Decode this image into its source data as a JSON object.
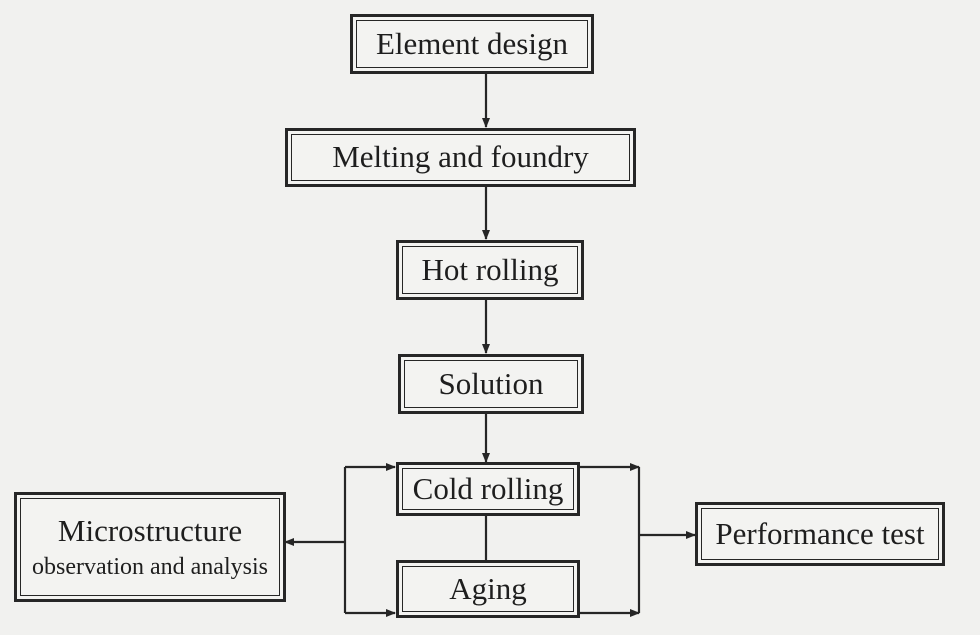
{
  "diagram": {
    "nodes": {
      "element_design": "Element design",
      "melting_foundry": "Melting and foundry",
      "hot_rolling": "Hot rolling",
      "solution": "Solution",
      "cold_rolling": "Cold rolling",
      "aging": "Aging",
      "microstructure_line1": "Microstructure",
      "microstructure_line2": "observation and analysis",
      "performance_test": "Performance test"
    },
    "edges": [
      [
        "Element design",
        "Melting and foundry"
      ],
      [
        "Melting and foundry",
        "Hot rolling"
      ],
      [
        "Hot rolling",
        "Solution"
      ],
      [
        "Solution",
        "Cold rolling"
      ],
      [
        "Cold rolling",
        "Aging"
      ],
      [
        "Cold rolling / Aging",
        "Microstructure observation and analysis"
      ],
      [
        "Cold rolling / Aging",
        "Performance test"
      ]
    ]
  }
}
